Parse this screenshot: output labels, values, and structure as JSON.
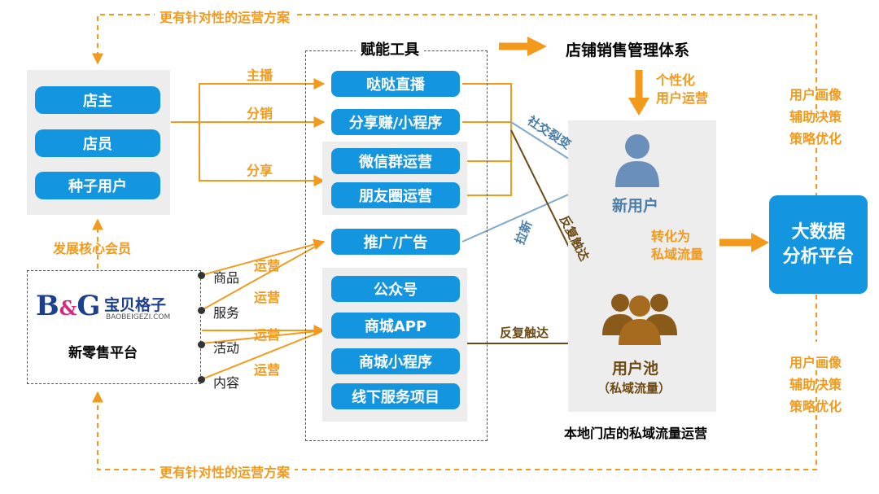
{
  "feedback_top": "更有针对性的运营方案",
  "feedback_bottom": "更有针对性的运营方案",
  "left_roles": [
    "店主",
    "店员",
    "种子用户"
  ],
  "develop_label": "发展核心会员",
  "brand": {
    "logo_text": "B&G",
    "name_cn": "宝贝格子",
    "name_en": "BAOBEIGEZI.COM",
    "platform": "新零售平台"
  },
  "ops_items": [
    "商品",
    "服务",
    "活动",
    "内容"
  ],
  "ops_label": "运营",
  "edge_labels": {
    "live": "主播",
    "distribute": "分销",
    "share": "分享"
  },
  "tools": {
    "title": "赋能工具",
    "items": [
      "哒哒直播",
      "分享赚/小程序",
      "微信群运营",
      "朋友圈运营",
      "推广/广告",
      "公众号",
      "商城APP",
      "商城小程序",
      "线下服务项目"
    ]
  },
  "store": {
    "title": "店铺销售管理体系",
    "personal_ops": [
      "个性化",
      "用户运营"
    ],
    "social": "社交裂变",
    "pull_new": "拉新",
    "repeat_touch_diag": "反复触达",
    "repeat_touch": "反复触达",
    "new_user": "新用户",
    "convert": [
      "转化为",
      "私域流量"
    ],
    "pool": "用户池",
    "pool_sub": "（私域流量）",
    "caption": "本地门店的私域流量运营"
  },
  "bigdata": {
    "lines": [
      "大数据",
      "分析平台"
    ]
  },
  "right_notes_top": [
    "用户画像",
    "辅助决策",
    "策略优化"
  ],
  "right_notes_bottom": [
    "用户画像",
    "辅助决策",
    "策略优化"
  ],
  "colors": {
    "blue": "#1495e0",
    "orange": "#f39a1d",
    "brown": "#6b4a16",
    "gray_panel": "#ededed"
  }
}
